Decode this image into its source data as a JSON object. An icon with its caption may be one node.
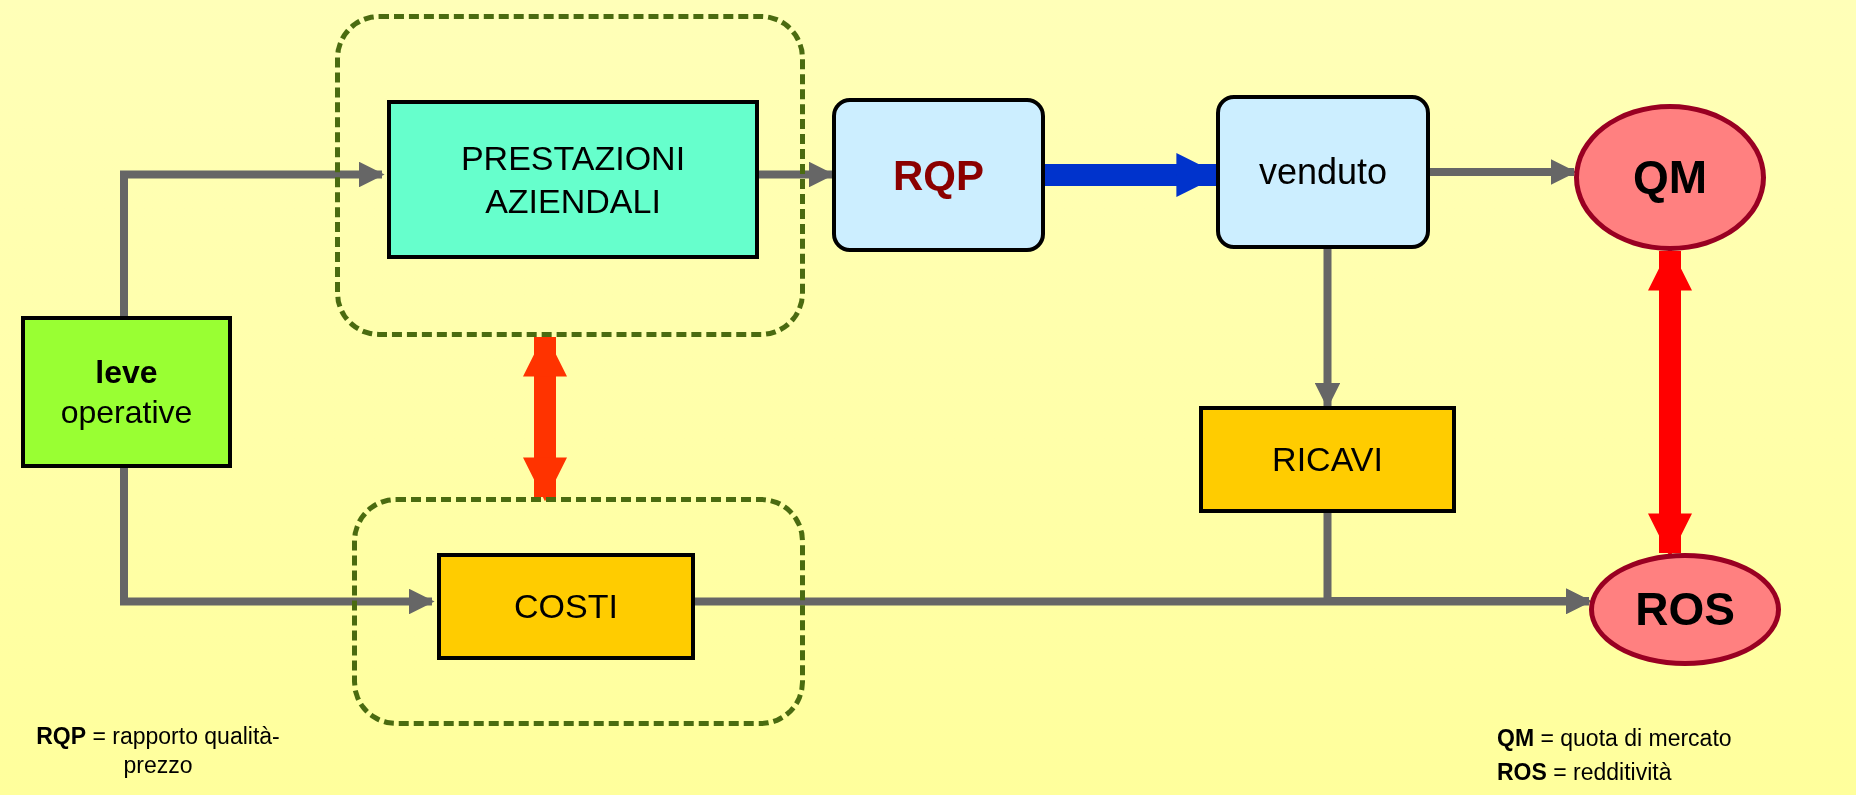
{
  "diagram": {
    "nodes": [
      {
        "text": [
          "**leve** operative"
        ]
      },
      {
        "text": [],
        "shape": "box"
      },
      {
        "text": [
          "PRESTAZIONI AZIENDALI"
        ],
        "in": 1
      },
      {
        "text": [
          "RQP"
        ]
      },
      {
        "text": [
          "venduto"
        ]
      },
      {
        "text": [
          "QM"
        ]
      },
      {
        "text": [],
        "shape": "box"
      },
      {
        "text": [
          "COSTI"
        ],
        "in": 6
      },
      {
        "text": [
          "RICAVI"
        ]
      },
      {
        "text": [
          "ROS"
        ]
      }
    ],
    "edges": [
      {
        "from": 0,
        "to": 2,
        "arrow": "to"
      },
      {
        "from": 0,
        "to": 7,
        "arrow": "to"
      },
      {
        "from": 2,
        "to": 3,
        "arrow": "to"
      },
      {
        "from": 3,
        "to": 4,
        "arrow": "to",
        "style": "thick",
        "color": "#0033cc"
      },
      {
        "from": 4,
        "to": 5,
        "arrow": "to"
      },
      {
        "from": 4,
        "to": 8,
        "arrow": "to"
      },
      {
        "from": 7,
        "to": 9,
        "arrow": "to"
      },
      {
        "from": 8,
        "to": 9,
        "arrow": "to"
      },
      {
        "from": 1,
        "to": 6,
        "arrow": "both",
        "style": "thick",
        "color": "#ff3300"
      },
      {
        "from": 5,
        "to": 9,
        "arrow": "both",
        "style": "thick",
        "color": "#ff0000"
      }
    ],
    "labels": [
      "**RQP** = rapporto qualità-prezzo",
      "**QM** = quota di mercato",
      "**ROS** = redditività"
    ]
  }
}
